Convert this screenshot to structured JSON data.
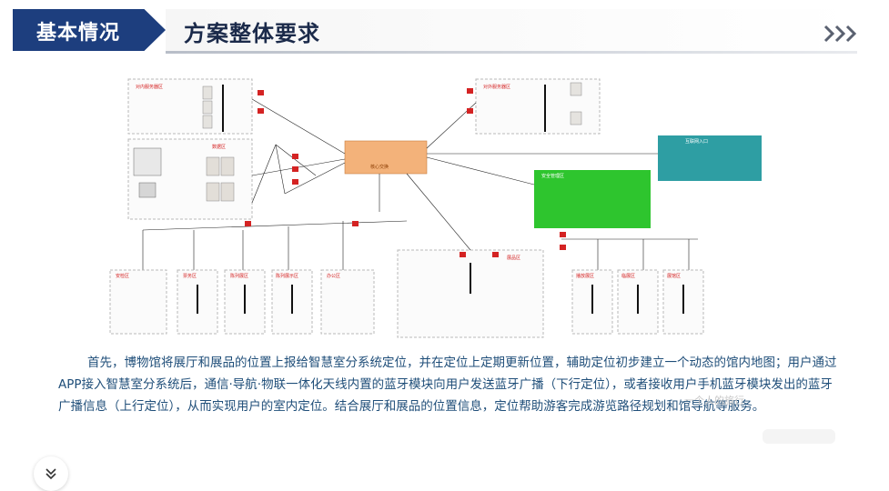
{
  "header": {
    "section_label": "基本情况",
    "page_title": "方案整体要求",
    "next_icon": "triple-chevron-right-icon"
  },
  "diagram": {
    "zones": [
      {
        "label": "对内服务器区"
      },
      {
        "label": "数据区"
      },
      {
        "label": "对外服务器区"
      },
      {
        "label": "安全管理区"
      },
      {
        "label": "互联网入口"
      },
      {
        "label": "核心交换"
      },
      {
        "label": "展品区"
      },
      {
        "label": "安检区"
      },
      {
        "label": "票务区"
      },
      {
        "label": "陈列展区"
      },
      {
        "label": "陈列展示区"
      },
      {
        "label": "办公区"
      },
      {
        "label": "播放展区"
      },
      {
        "label": "临展区"
      },
      {
        "label": "展馆区"
      }
    ],
    "accent_colors": {
      "firewall": "#d42323",
      "core": "#f3b27a",
      "security": "#2ec52e",
      "internet": "#2e9ea3"
    }
  },
  "paragraph": {
    "text": "首先，博物馆将展厅和展品的位置上报给智慧室分系统定位，并在定位上定期更新位置，辅助定位初步建立一个动态的馆内地图；用户通过APP接入智慧室分系统后，通信·导航·物联一体化天线内置的蓝牙模块向用户发送蓝牙广播（下行定位），或者接收用户手机蓝牙模块发出的蓝牙广播信息（上行定位），从而实现用户的室内定位。结合展厅和展品的位置信息，定位帮助游客完成游览路径规划和馆导航等服务。"
  },
  "watermark": "一个人的旅行",
  "expand_icon": "double-chevron-down-icon"
}
